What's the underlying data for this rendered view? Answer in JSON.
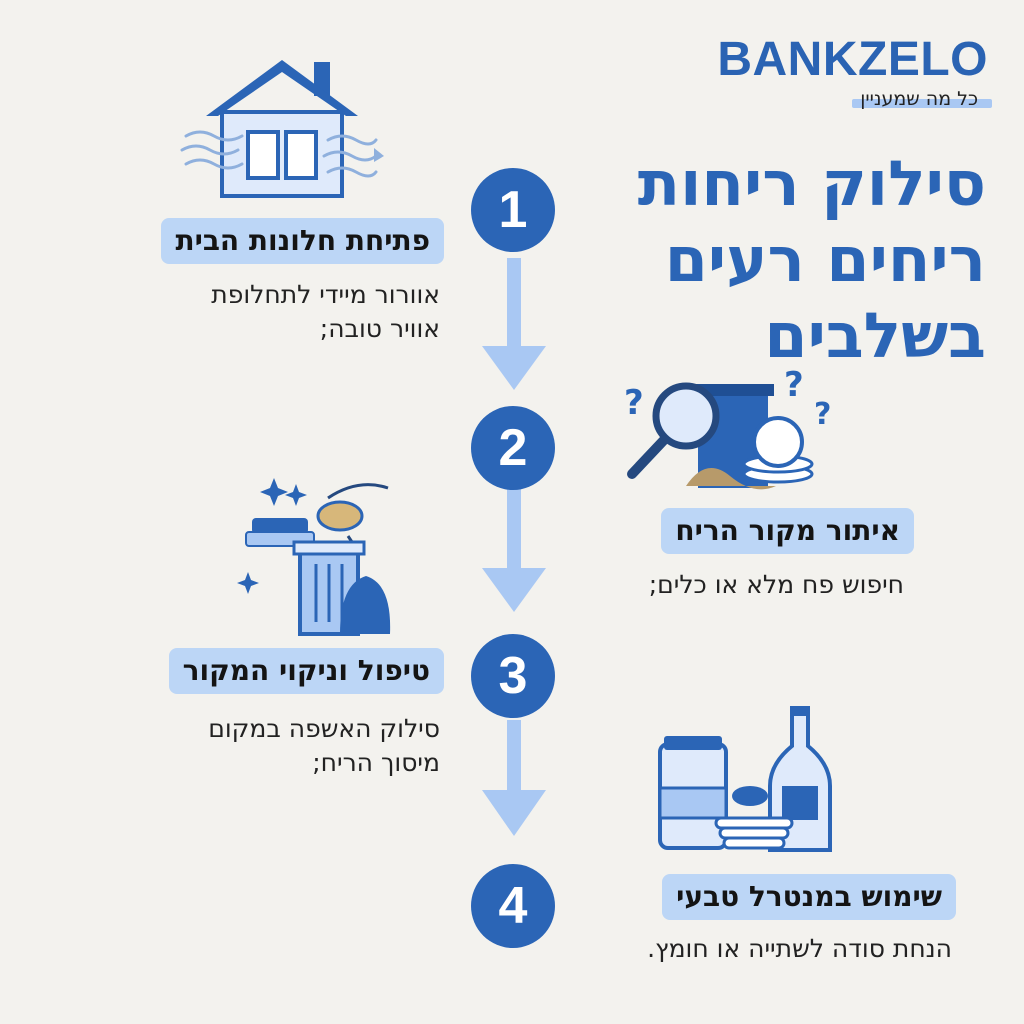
{
  "brand": {
    "name": "BANKZELO",
    "tagline": "כל מה שמעניין"
  },
  "title": {
    "line1": "סילוק ריחות",
    "line2": "ריחים רעים",
    "line3": "בשלבים"
  },
  "steps": [
    {
      "number": "1",
      "label": "פתיחת חלונות הבית",
      "desc_line1": "אוורור מיידי לתחלופת",
      "desc_line2": "אוויר טובה;"
    },
    {
      "number": "2",
      "label": "איתור מקור הריח",
      "desc_line1": "חיפוש פח מלא או כלים;"
    },
    {
      "number": "3",
      "label": "טיפול וניקוי המקור",
      "desc_line1": "סילוק האשפה במקום",
      "desc_line2": "מיסוך הריח;"
    },
    {
      "number": "4",
      "label": "שימוש במנטרל טבעי",
      "desc_line1": "הנחת סודה לשתייה או חומץ."
    }
  ],
  "colors": {
    "primary": "#2b65b6",
    "light": "#bcd6f6",
    "arrow": "#a9c8f3",
    "background": "#f3f2ee"
  },
  "icons": [
    "house-window-icon",
    "trash-search-icon",
    "cleaning-trash-icon",
    "natural-neutralizer-icon"
  ]
}
